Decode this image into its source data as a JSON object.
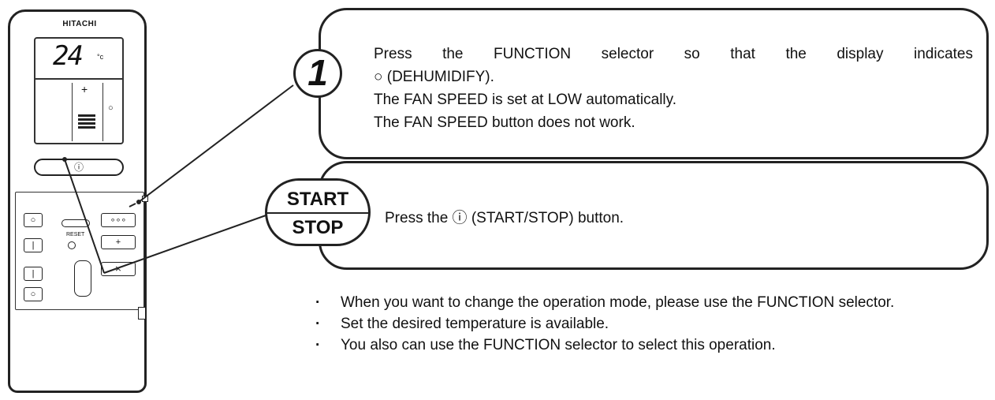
{
  "remote": {
    "brand": "HITACHI",
    "display_temp": "24",
    "display_unit": "°c",
    "lcd_plus": "+",
    "lcd_drop": "○",
    "reset_label": "RESET"
  },
  "step1": {
    "number": "1",
    "lines": [
      "Press the FUNCTION selector so that the display indicates",
      "○ (DEHUMIDIFY).",
      "The FAN SPEED is set at LOW automatically.",
      "The FAN SPEED button does not work."
    ]
  },
  "step2": {
    "top": "START",
    "bottom": "STOP",
    "text": "Press the ⓘ (START/STOP) button."
  },
  "notes": [
    "When you want to change the operation mode, please use the FUNCTION selector.",
    "Set the desired temperature is available.",
    "You also can use the FUNCTION selector to select this operation."
  ]
}
